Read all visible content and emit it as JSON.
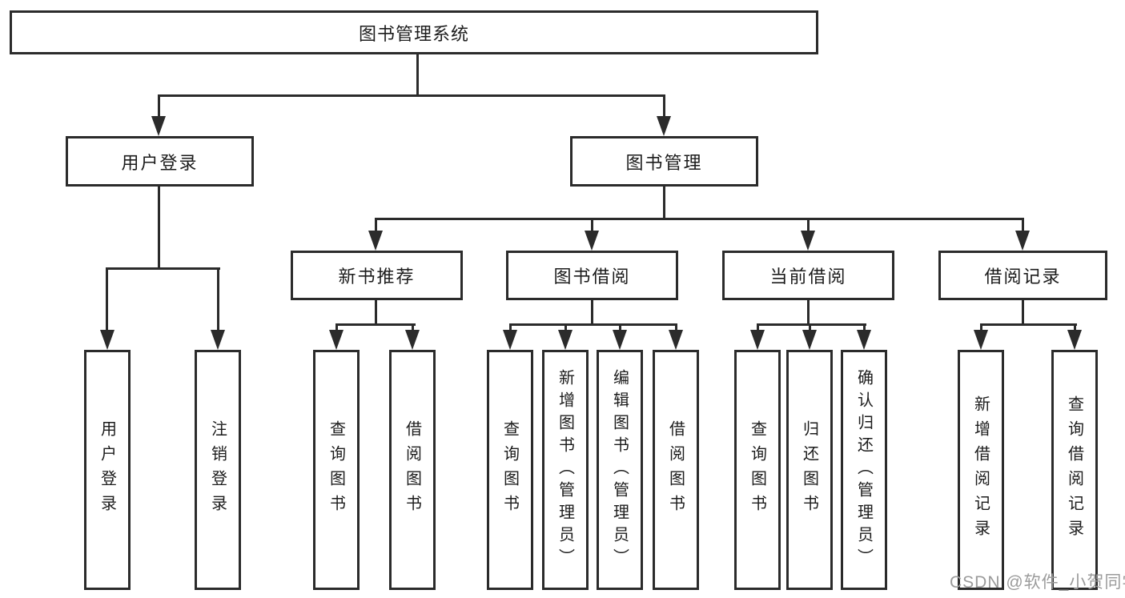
{
  "diagram_type": "hierarchy-tree",
  "tree": {
    "label": "图书管理系统",
    "children": [
      {
        "label": "用户登录",
        "children": [
          {
            "label": "用户登录"
          },
          {
            "label": "注销登录"
          }
        ]
      },
      {
        "label": "图书管理",
        "children": [
          {
            "label": "新书推荐",
            "children": [
              {
                "label": "查询图书"
              },
              {
                "label": "借阅图书"
              }
            ]
          },
          {
            "label": "图书借阅",
            "children": [
              {
                "label": "查询图书"
              },
              {
                "label": "新增图书（管理员）"
              },
              {
                "label": "编辑图书（管理员）"
              },
              {
                "label": "借阅图书"
              }
            ]
          },
          {
            "label": "当前借阅",
            "children": [
              {
                "label": "查询图书"
              },
              {
                "label": "归还图书"
              },
              {
                "label": "确认归还（管理员）"
              }
            ]
          },
          {
            "label": "借阅记录",
            "children": [
              {
                "label": "新增借阅记录"
              },
              {
                "label": "查询借阅记录"
              }
            ]
          }
        ]
      }
    ]
  },
  "watermark": {
    "text": "CSDN @软件_小贺同学",
    "color": "#9b9b9b"
  },
  "colors": {
    "stroke": "#2b2b2b",
    "background": "#ffffff",
    "text": "#1c1c1c"
  }
}
